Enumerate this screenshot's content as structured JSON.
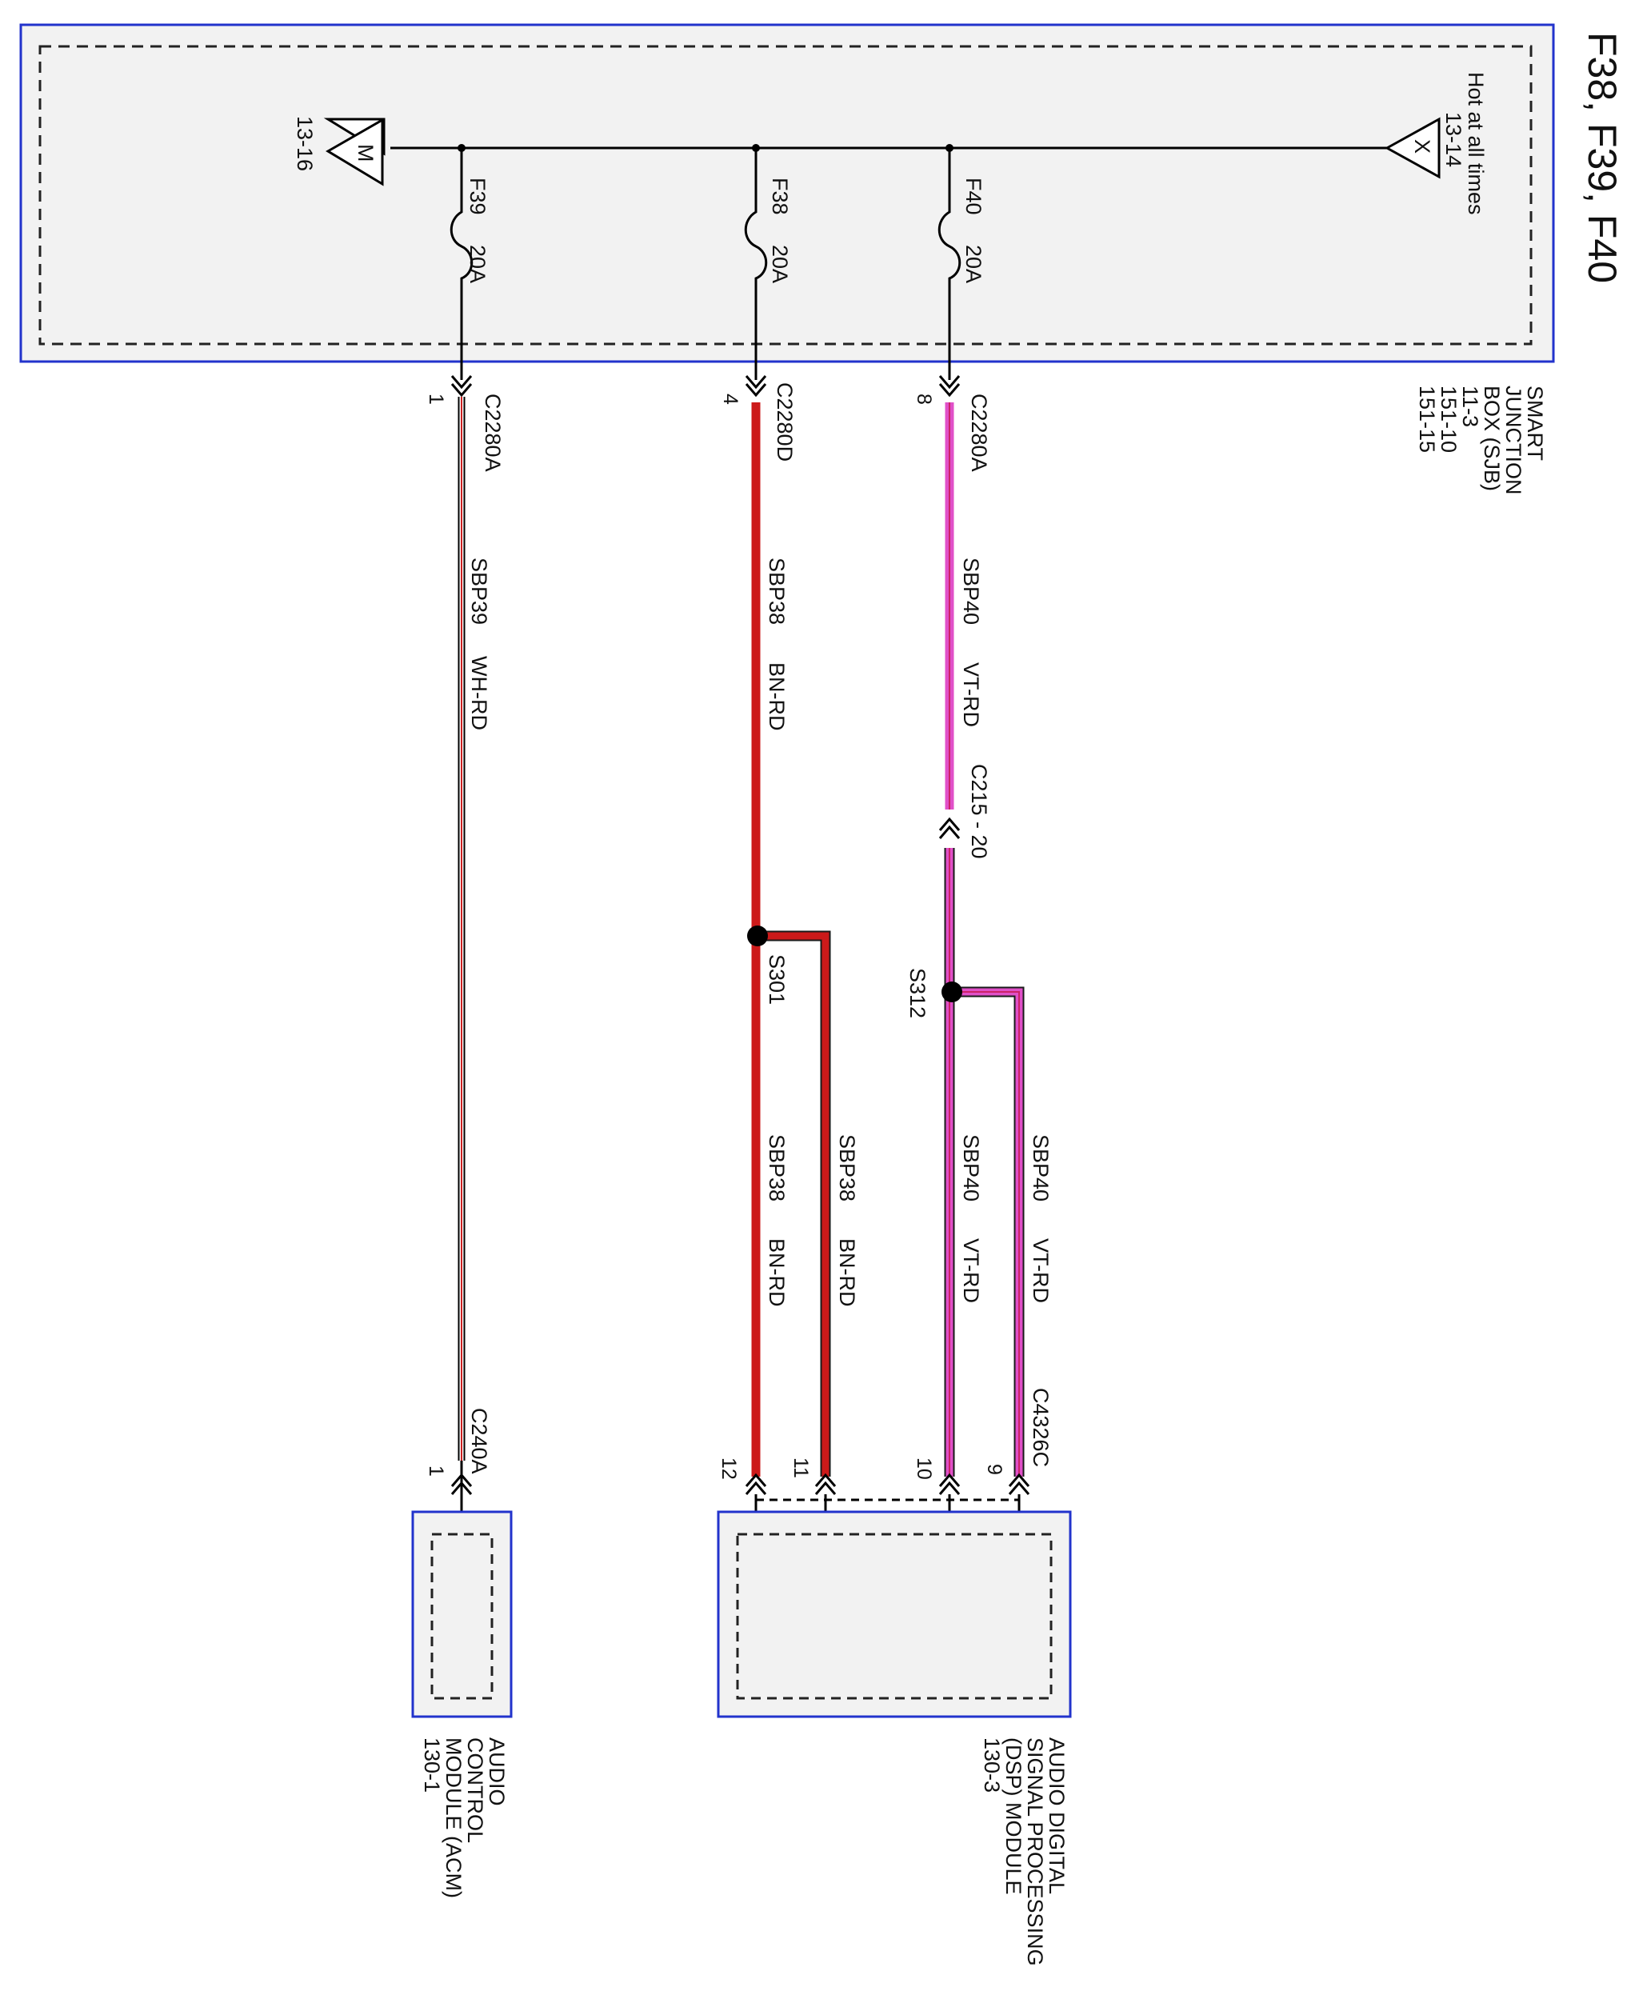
{
  "title": "F38, F39, F40",
  "colors": {
    "box_border": "#2233cc",
    "box_fill": "#f2f2f2",
    "bus": "#000000",
    "bn_rd": "#cc1a1a",
    "vt_rd": "#e050c8",
    "wh_rd_stripe": "#cc2222"
  },
  "sjb": {
    "label_lines": [
      "SMART",
      "JUNCTION",
      "BOX (SJB)",
      "11-3",
      "151-10",
      "151-15"
    ],
    "hot_label": "Hot at all times",
    "source_terminal": "X",
    "source_ref": "13-14",
    "ground_terminal": "M",
    "ground_ref": "13-16"
  },
  "fuses": {
    "f39": {
      "name": "F39",
      "rating": "20A"
    },
    "f38": {
      "name": "F38",
      "rating": "20A"
    },
    "f40": {
      "name": "F40",
      "rating": "20A"
    }
  },
  "circuits": {
    "c39": {
      "connector": "C2280A",
      "pin": "1",
      "circuit": "SBP39",
      "color": "WH-RD",
      "end_connector": "C240A",
      "end_pin": "1"
    },
    "c38": {
      "connector": "C2280D",
      "pin": "4",
      "circuit": "SBP38",
      "color": "BN-RD",
      "splice": "S301"
    },
    "c40": {
      "connector": "C2280A",
      "pin": "8",
      "circuit": "SBP40",
      "color": "VT-RD",
      "inline": "C215 - 20",
      "splice": "S312"
    },
    "c38a": {
      "circuit": "SBP38",
      "color": "BN-RD",
      "pin": "12"
    },
    "c38b": {
      "circuit": "SBP38",
      "color": "BN-RD",
      "pin": "11"
    },
    "c40a": {
      "circuit": "SBP40",
      "color": "VT-RD",
      "pin": "10"
    },
    "c40b": {
      "circuit": "SBP40",
      "color": "VT-RD",
      "pin": "9"
    },
    "dsp_connector": "C4326C"
  },
  "acm": {
    "label_lines": [
      "AUDIO",
      "CONTROL",
      "MODULE (ACM)",
      "130-1"
    ]
  },
  "dsp": {
    "label_lines": [
      "AUDIO DIGITAL",
      "SIGNAL PROCESSING",
      "(DSP) MODULE",
      "130-3"
    ]
  }
}
